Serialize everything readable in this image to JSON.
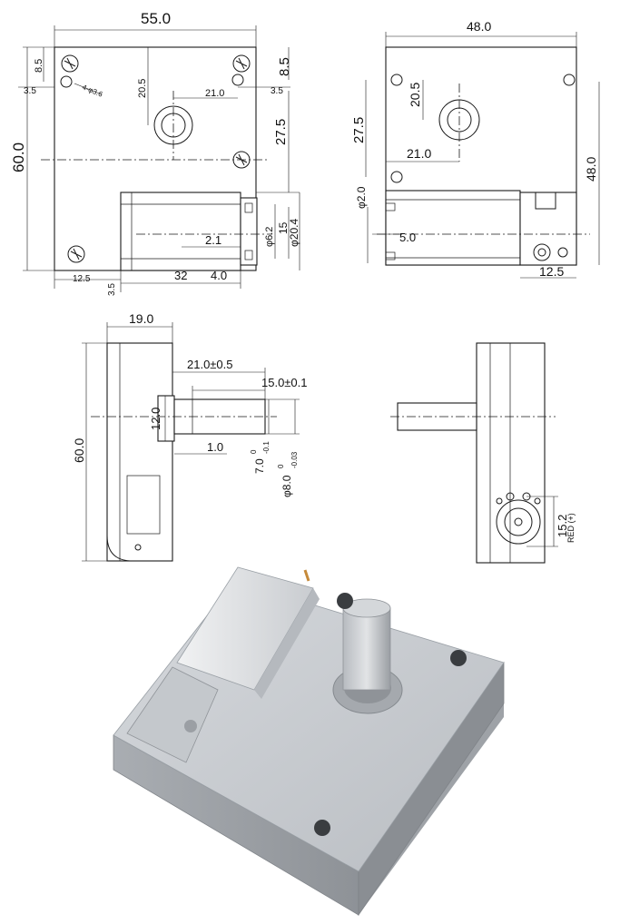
{
  "top_left_view": {
    "width": "55.0",
    "height": "60.0",
    "top_offset": "8.5",
    "left_offset": "3.5",
    "hole_note": "4-φ3.6",
    "shaft_offset_y": "20.5",
    "shaft_offset_x": "21.0",
    "right_top_offset": "8.5",
    "right_edge_offset": "3.5",
    "shaft_to_motor": "27.5",
    "motor_len_2": "2.1",
    "motor_d1": "φ6.2",
    "motor_d2": "15",
    "motor_d3": "φ20.4",
    "bottom_left": "12.5",
    "bottom_motor": "32",
    "bottom_tab": "4.0",
    "bottom_small": "3.5"
  },
  "top_right_view": {
    "width": "48.0",
    "height": "48.0",
    "shaft_offset_y": "20.5",
    "shaft_to_edge": "27.5",
    "shaft_offset_x": "21.0",
    "pin_dia": "φ2.0",
    "pin_len": "5.0",
    "bottom_right": "12.5"
  },
  "side_view": {
    "depth": "19.0",
    "height": "60.0",
    "shaft_total": "21.0±0.5",
    "shaft_flat": "15.0±0.1",
    "boss_dia": "12.0",
    "boss_h": "1.0",
    "flat_tol": "7.0",
    "flat_tol_up": "0",
    "flat_tol_dn": "-0.1",
    "shaft_dia": "φ8.0",
    "shaft_dia_up": "0",
    "shaft_dia_dn": "-0.03"
  },
  "end_view": {
    "terminal_spacing": "15.2",
    "polarity": "RED (+)"
  },
  "photo": {
    "subject": "aluminium gearbox housing with D-flat output shaft and DC motor"
  }
}
